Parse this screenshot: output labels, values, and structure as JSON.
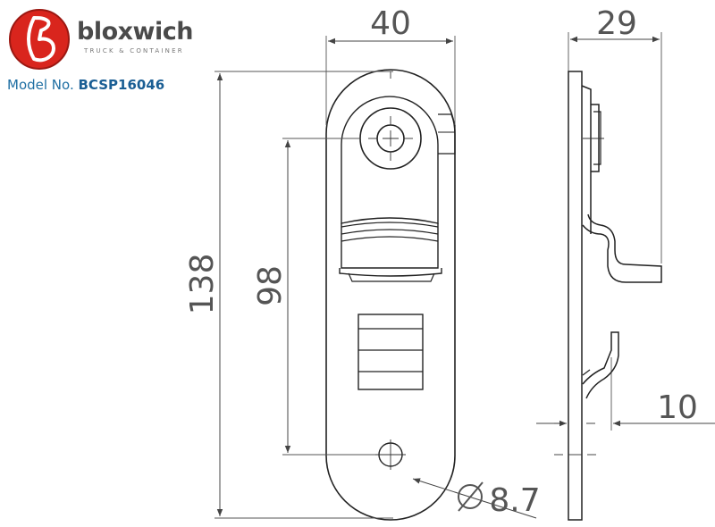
{
  "brand": {
    "name": "bloxwich",
    "tagline": "TRUCK & CONTAINER",
    "colors": {
      "logo_red": "#d9251d",
      "model_blue": "#1a6aa3"
    }
  },
  "model": {
    "label": "Model No.",
    "value": "BCSP16046"
  },
  "dimensions": {
    "width": "40",
    "depth": "29",
    "height": "138",
    "pitch": "98",
    "offset": "10",
    "hole": "8.7"
  }
}
